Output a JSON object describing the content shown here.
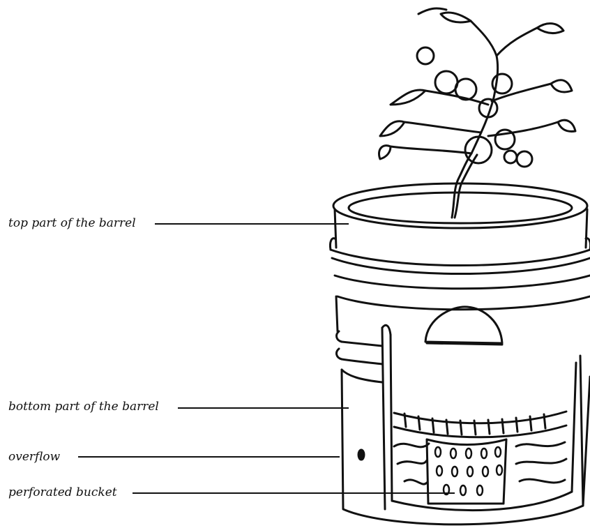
{
  "callouts": [
    {
      "id": "top-part",
      "text": "top part of the barrel"
    },
    {
      "id": "bottom-part",
      "text": "bottom part of the barrel"
    },
    {
      "id": "overflow",
      "text": "overflow"
    },
    {
      "id": "perforated-bucket",
      "text": "perforated bucket"
    }
  ],
  "colors": {
    "ink": "#111111",
    "paper": "#ffffff"
  }
}
